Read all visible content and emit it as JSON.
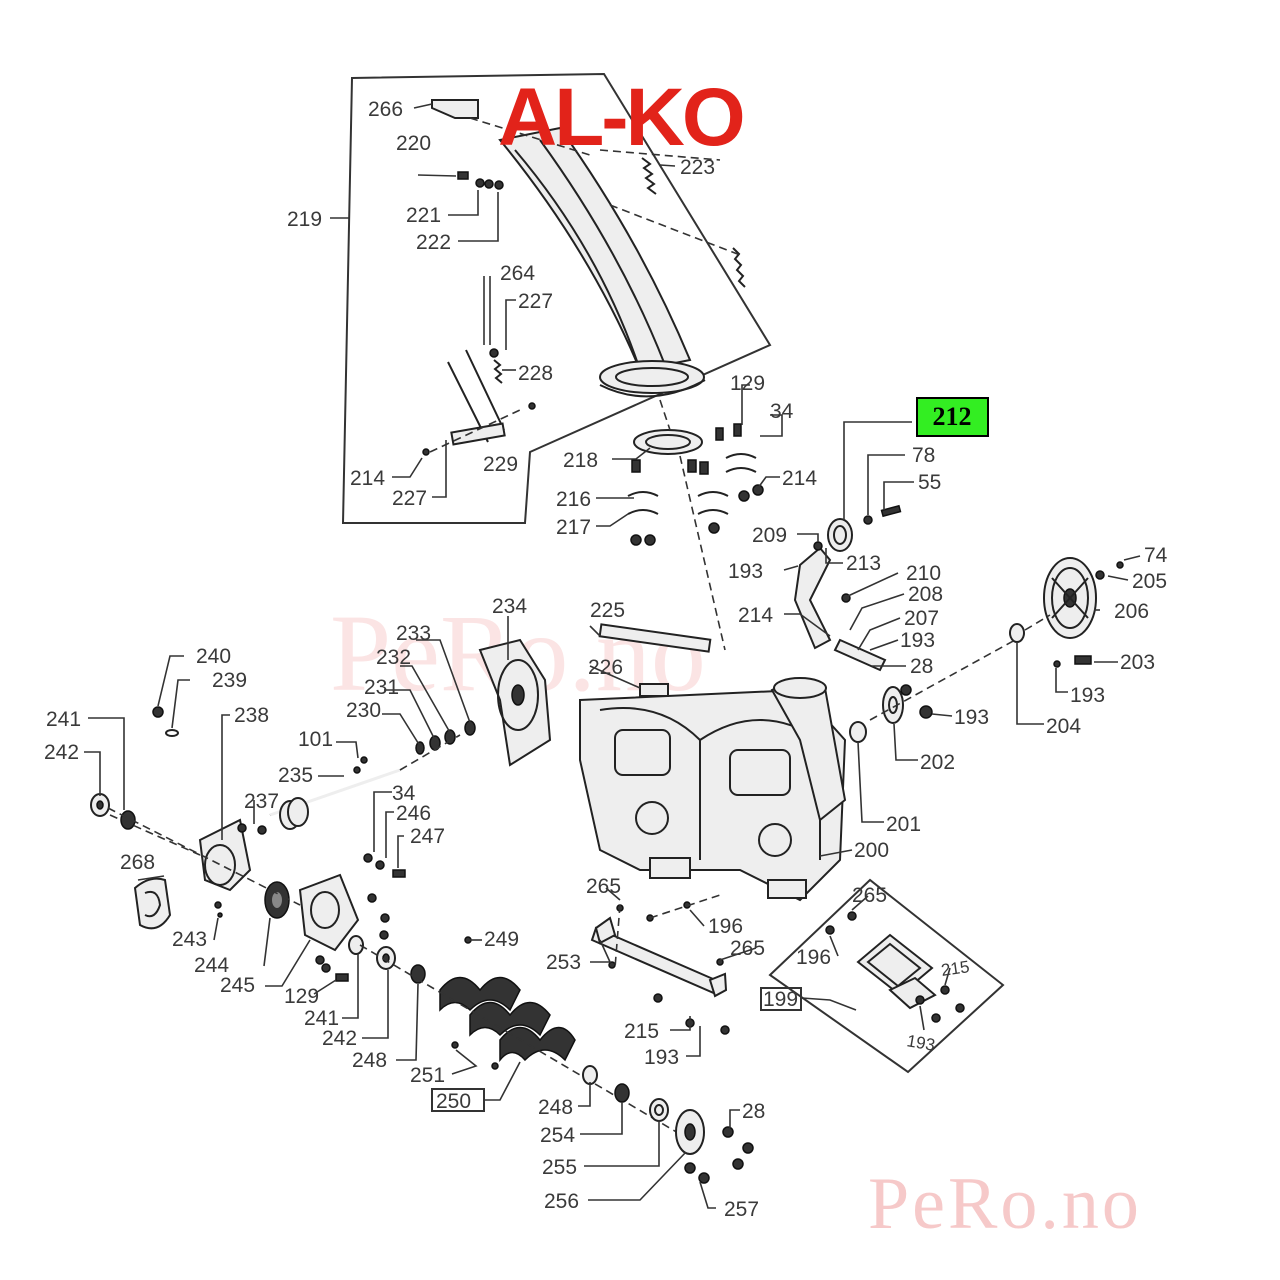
{
  "brand": {
    "logo_text": "AL-KO",
    "color": "#e2231a"
  },
  "watermark": {
    "text": "PeRo.no",
    "color": "#f6c9c9"
  },
  "highlight": {
    "part_number": "212",
    "color": "#33ee22"
  },
  "parts": {
    "p266": "266",
    "p220": "220",
    "p223": "223",
    "p219": "219",
    "p221": "221",
    "p222": "222",
    "p264": "264",
    "p227a": "227",
    "p228": "228",
    "p229": "229",
    "p214a": "214",
    "p227b": "227",
    "p218": "218",
    "p216": "216",
    "p217": "217",
    "p129a": "129",
    "p34a": "34",
    "p214b": "214",
    "p78": "78",
    "p55": "55",
    "p209": "209",
    "p213": "213",
    "p193a": "193",
    "p210": "210",
    "p208": "208",
    "p214c": "214",
    "p207": "207",
    "p193b": "193",
    "p28a": "28",
    "p74": "74",
    "p205": "205",
    "p206": "206",
    "p203": "203",
    "p193c": "193",
    "p193d": "193",
    "p204": "204",
    "p202": "202",
    "p201": "201",
    "p200": "200",
    "p234": "234",
    "p225": "225",
    "p233": "233",
    "p226": "226",
    "p232": "232",
    "p231": "231",
    "p230": "230",
    "p101": "101",
    "p235": "235",
    "p240": "240",
    "p239": "239",
    "p238": "238",
    "p241a": "241",
    "p242a": "242",
    "p237": "237",
    "p34b": "34",
    "p246": "246",
    "p247": "247",
    "p268": "268",
    "p243": "243",
    "p244": "244",
    "p245": "245",
    "p129b": "129",
    "p241b": "241",
    "p242b": "242",
    "p248a": "248",
    "p249": "249",
    "p251": "251",
    "p250": "250",
    "p265a": "265",
    "p196a": "196",
    "p253": "253",
    "p265b": "265",
    "p215a": "215",
    "p193e": "193",
    "p265c": "265",
    "p196b": "196",
    "p199": "199",
    "p215b": "215",
    "p193f": "193",
    "p248b": "248",
    "p254": "254",
    "p255": "255",
    "p256": "256",
    "p28b": "28",
    "p257": "257"
  }
}
